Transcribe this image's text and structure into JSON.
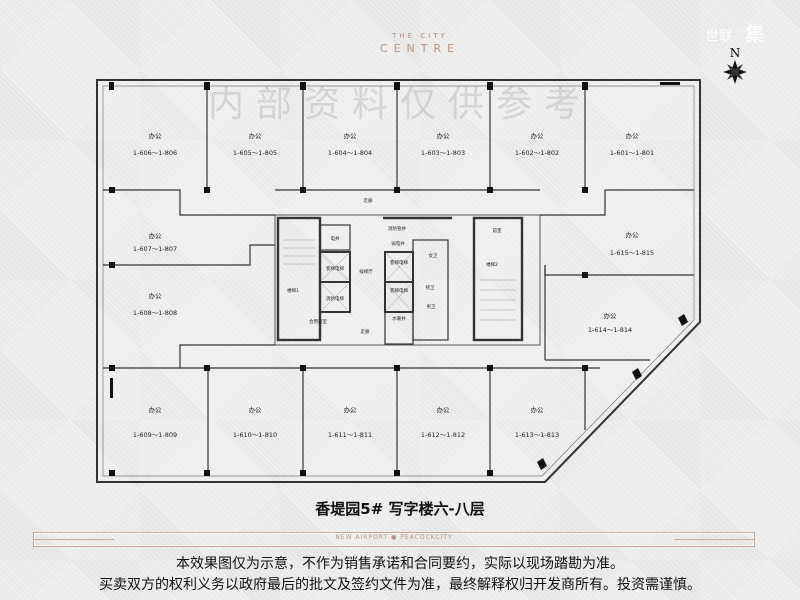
{
  "brand": {
    "line1": "THE CITY",
    "line2": "CENTRE"
  },
  "logo": {
    "small": "世联",
    "big": "集"
  },
  "compass": {
    "label": "N"
  },
  "plan": {
    "room_type": "办公",
    "units": [
      {
        "id": "606",
        "label": "1-606～1-806"
      },
      {
        "id": "605",
        "label": "1-605～1-805"
      },
      {
        "id": "604",
        "label": "1-604～1-804"
      },
      {
        "id": "603",
        "label": "1-603～1-803"
      },
      {
        "id": "602",
        "label": "1-602～1-802"
      },
      {
        "id": "601",
        "label": "1-601～1-801"
      },
      {
        "id": "607",
        "label": "1-607～1-807"
      },
      {
        "id": "608",
        "label": "1-608～1-808"
      },
      {
        "id": "615",
        "label": "1-615～1-815"
      },
      {
        "id": "614",
        "label": "1-614～1-814"
      },
      {
        "id": "609",
        "label": "1-609～1-809"
      },
      {
        "id": "610",
        "label": "1-610～1-810"
      },
      {
        "id": "611",
        "label": "1-611～1-811"
      },
      {
        "id": "612",
        "label": "1-612～1-812"
      },
      {
        "id": "613",
        "label": "1-613～1-813"
      }
    ],
    "core": {
      "corridor_top": "走廊",
      "corridor_bottom": "走廊",
      "electric_shaft": "电井",
      "passenger_lift_1": "客梯电梯",
      "fire_lift": "消防电梯",
      "lobby": "候梯厅",
      "passenger_lift_2": "客梯电梯",
      "passenger_lift_3": "客梯电梯",
      "stair_1": "楼梯1",
      "stair_2": "楼梯2",
      "shared_anteroom": "合用前室",
      "water_shaft": "水暖井",
      "weak_shaft": "弱电井",
      "fire_pipe": "消防管井",
      "female_wc": "女卫",
      "accessible_wc": "残卫",
      "male_wc": "男卫",
      "anteroom": "前室"
    }
  },
  "watermark": "内部资料仅供参考",
  "title": "香堤园5#  写字楼六-八层",
  "band": "NEW AIRPORT ● PEACOCKCITY",
  "disclaimer": [
    "本效果图仅为示意，不作为销售承诺和合同要约，实际以现场踏勘为准。",
    "买卖双方的权利义务以政府最后的批文及签约文件为准，最终解释权归开发商所有。投资需谨慎。"
  ]
}
